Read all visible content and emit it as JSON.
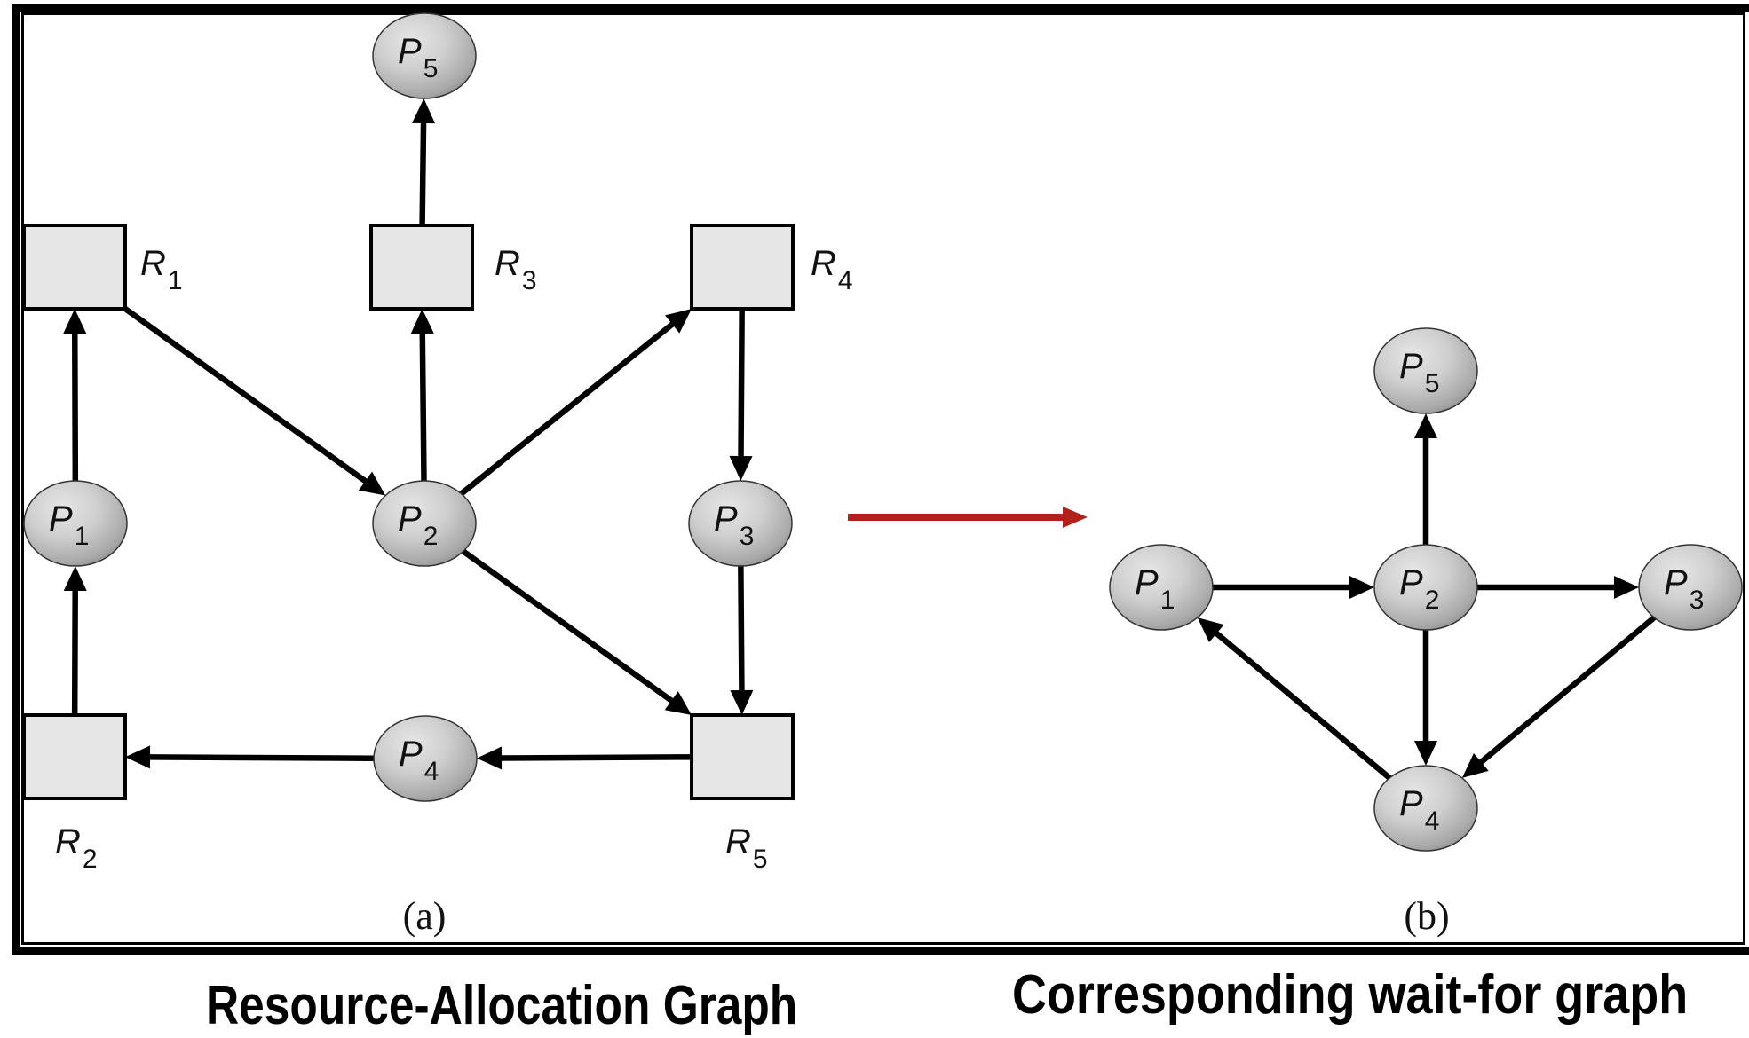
{
  "figure": {
    "panel_a_label": "(a)",
    "panel_b_label": "(b)",
    "caption_a": "Resource-Allocation Graph",
    "caption_b": "Corresponding wait-for graph",
    "transform_arrow_color": "#B3221A"
  },
  "panel_a": {
    "title": "Resource-Allocation Graph",
    "processes": [
      {
        "id": "P1",
        "symbol": "P",
        "index": "1"
      },
      {
        "id": "P2",
        "symbol": "P",
        "index": "2"
      },
      {
        "id": "P3",
        "symbol": "P",
        "index": "3"
      },
      {
        "id": "P4",
        "symbol": "P",
        "index": "4"
      },
      {
        "id": "P5",
        "symbol": "P",
        "index": "5"
      }
    ],
    "resources": [
      {
        "id": "R1",
        "symbol": "R",
        "index": "1"
      },
      {
        "id": "R2",
        "symbol": "R",
        "index": "2"
      },
      {
        "id": "R3",
        "symbol": "R",
        "index": "3"
      },
      {
        "id": "R4",
        "symbol": "R",
        "index": "4"
      },
      {
        "id": "R5",
        "symbol": "R",
        "index": "5"
      }
    ],
    "edges": [
      {
        "from": "P1",
        "to": "R1",
        "type": "request"
      },
      {
        "from": "R2",
        "to": "P1",
        "type": "assignment"
      },
      {
        "from": "R1",
        "to": "P2",
        "type": "assignment"
      },
      {
        "from": "P2",
        "to": "R3",
        "type": "request"
      },
      {
        "from": "R3",
        "to": "P5",
        "type": "assignment"
      },
      {
        "from": "P2",
        "to": "R4",
        "type": "request"
      },
      {
        "from": "P2",
        "to": "R5",
        "type": "request"
      },
      {
        "from": "R4",
        "to": "P3",
        "type": "assignment"
      },
      {
        "from": "P3",
        "to": "R5",
        "type": "request"
      },
      {
        "from": "R5",
        "to": "P4",
        "type": "assignment"
      },
      {
        "from": "P4",
        "to": "R2",
        "type": "request"
      }
    ]
  },
  "panel_b": {
    "title": "Corresponding wait-for graph",
    "processes": [
      {
        "id": "P1",
        "symbol": "P",
        "index": "1"
      },
      {
        "id": "P2",
        "symbol": "P",
        "index": "2"
      },
      {
        "id": "P3",
        "symbol": "P",
        "index": "3"
      },
      {
        "id": "P4",
        "symbol": "P",
        "index": "4"
      },
      {
        "id": "P5",
        "symbol": "P",
        "index": "5"
      }
    ],
    "edges": [
      {
        "from": "P1",
        "to": "P2"
      },
      {
        "from": "P2",
        "to": "P5"
      },
      {
        "from": "P2",
        "to": "P3"
      },
      {
        "from": "P2",
        "to": "P4"
      },
      {
        "from": "P3",
        "to": "P4"
      },
      {
        "from": "P4",
        "to": "P1"
      }
    ]
  }
}
